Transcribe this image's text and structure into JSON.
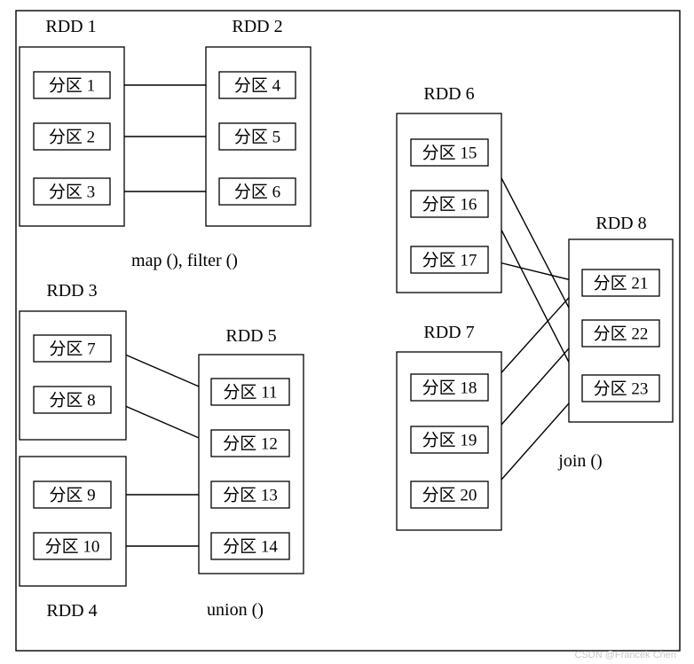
{
  "rdds": [
    {
      "id": "rdd1",
      "label": "RDD 1"
    },
    {
      "id": "rdd2",
      "label": "RDD 2"
    },
    {
      "id": "rdd3",
      "label": "RDD 3"
    },
    {
      "id": "rdd4",
      "label": "RDD 4"
    },
    {
      "id": "rdd5",
      "label": "RDD 5"
    },
    {
      "id": "rdd6",
      "label": "RDD 6"
    },
    {
      "id": "rdd7",
      "label": "RDD 7"
    },
    {
      "id": "rdd8",
      "label": "RDD 8"
    }
  ],
  "partitions": [
    {
      "id": "p1",
      "label": "分区 1"
    },
    {
      "id": "p2",
      "label": "分区 2"
    },
    {
      "id": "p3",
      "label": "分区 3"
    },
    {
      "id": "p4",
      "label": "分区 4"
    },
    {
      "id": "p5",
      "label": "分区 5"
    },
    {
      "id": "p6",
      "label": "分区 6"
    },
    {
      "id": "p7",
      "label": "分区 7"
    },
    {
      "id": "p8",
      "label": "分区 8"
    },
    {
      "id": "p9",
      "label": "分区 9"
    },
    {
      "id": "p10",
      "label": "分区 10"
    },
    {
      "id": "p11",
      "label": "分区 11"
    },
    {
      "id": "p12",
      "label": "分区 12"
    },
    {
      "id": "p13",
      "label": "分区 13"
    },
    {
      "id": "p14",
      "label": "分区 14"
    },
    {
      "id": "p15",
      "label": "分区 15"
    },
    {
      "id": "p16",
      "label": "分区 16"
    },
    {
      "id": "p17",
      "label": "分区 17"
    },
    {
      "id": "p18",
      "label": "分区 18"
    },
    {
      "id": "p19",
      "label": "分区 19"
    },
    {
      "id": "p20",
      "label": "分区 20"
    },
    {
      "id": "p21",
      "label": "分区 21"
    },
    {
      "id": "p22",
      "label": "分区 22"
    },
    {
      "id": "p23",
      "label": "分区 23"
    }
  ],
  "edges": [
    {
      "from": "p1",
      "to": "p4"
    },
    {
      "from": "p2",
      "to": "p5"
    },
    {
      "from": "p3",
      "to": "p6"
    },
    {
      "from": "p7",
      "to": "p11"
    },
    {
      "from": "p8",
      "to": "p12"
    },
    {
      "from": "p9",
      "to": "p13"
    },
    {
      "from": "p10",
      "to": "p14"
    },
    {
      "from": "p15",
      "to": "p22"
    },
    {
      "from": "p16",
      "to": "p23"
    },
    {
      "from": "p17",
      "to": "p21"
    },
    {
      "from": "p18",
      "to": "p21"
    },
    {
      "from": "p19",
      "to": "p22"
    },
    {
      "from": "p20",
      "to": "p23"
    }
  ],
  "operations": {
    "map_filter": "map (), filter ()",
    "union": "union ()",
    "join": "join ()"
  },
  "watermark": "CSDN @Francek Chen"
}
